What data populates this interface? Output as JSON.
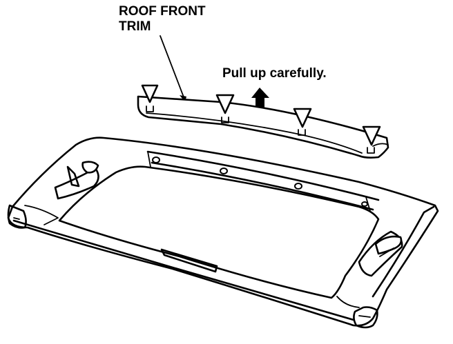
{
  "labels": {
    "part_name_line1": "ROOF FRONT",
    "part_name_line2": "TRIM",
    "instruction": "Pull up carefully."
  },
  "icons": {
    "clip_marker": "down-triangle-icon",
    "direction": "up-arrow-icon"
  },
  "clips": [
    {
      "name": "clip-1"
    },
    {
      "name": "clip-2"
    },
    {
      "name": "clip-3"
    },
    {
      "name": "clip-4"
    }
  ],
  "colors": {
    "line": "#000000",
    "background": "#ffffff"
  }
}
